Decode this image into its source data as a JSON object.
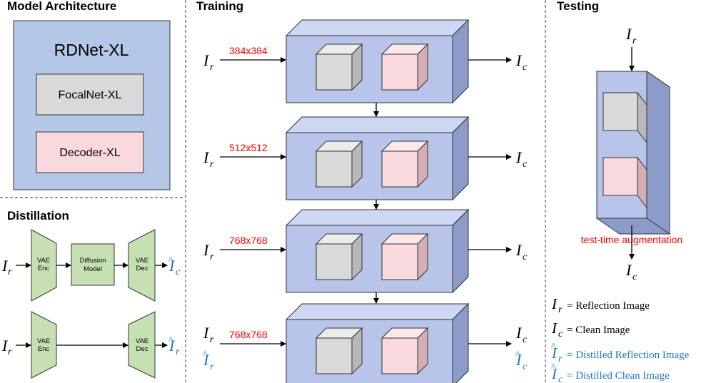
{
  "sections": {
    "model_architecture": "Model Architecture",
    "training": "Training",
    "testing": "Testing",
    "distillation": "Distillation"
  },
  "architecture": {
    "model": "RDNet-XL",
    "encoder": "FocalNet-XL",
    "decoder": "Decoder-XL"
  },
  "distillation": {
    "vae_enc_line1": "VAE",
    "vae_enc_line2": "Enc",
    "diffusion_line1": "Diffusion",
    "diffusion_line2": "Model",
    "vae_dec_line1": "VAE",
    "vae_dec_line2": "Dec"
  },
  "symbols": {
    "I": "I",
    "r": "r",
    "c": "c",
    "hat": "^"
  },
  "training": {
    "stage_resolutions": [
      "384x384",
      "512x512",
      "768x768",
      "768x768"
    ]
  },
  "testing": {
    "tta_label": "test-time augmentation"
  },
  "legend": [
    {
      "sub": "r",
      "hat": false,
      "text": "= Reflection Image"
    },
    {
      "sub": "c",
      "hat": false,
      "text": "= Clean Image"
    },
    {
      "sub": "r",
      "hat": true,
      "text": "= Distilled Reflection Image"
    },
    {
      "sub": "c",
      "hat": true,
      "text": "= Distilled Clean Image"
    }
  ],
  "colors": {
    "block_front": "#b8c4ea",
    "block_top": "#cdd6f2",
    "block_side": "#8d9bc9",
    "gray_cube": "#d9d9d9",
    "pink_cube": "#f9d9de",
    "vae_green": "#c6e0b4",
    "arch_bg": "#b4c7e7",
    "red_text": "#ff0000",
    "blue_text": "#1f78c0"
  }
}
